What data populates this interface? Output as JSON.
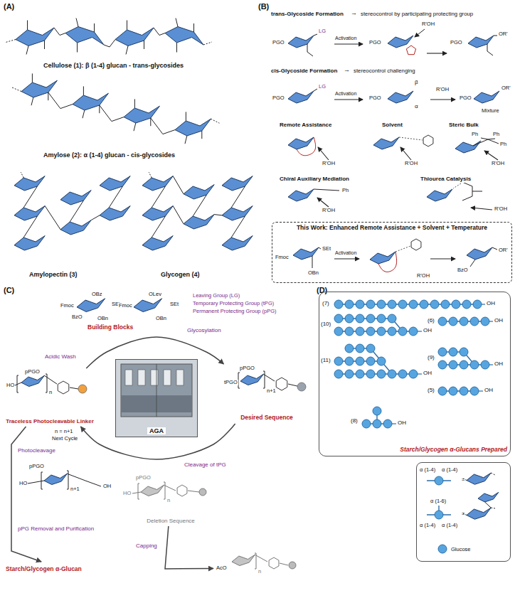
{
  "diagram": {
    "nodes": [
      {
        "text": [
          "This Work: Enhanced Remote Assistance + Solvent + Temperature"
        ]
      },
      {
        "text": [
          "Traceless Photocleavable Linker"
        ]
      },
      {
        "text": [
          "AGA"
        ]
      },
      {
        "text": [
          "Desired Sequence"
        ]
      },
      {
        "text": [
          "Starch/Glycogen α-Glucan"
        ]
      },
      {
        "text": [
          "Deletion Sequence"
        ]
      },
      {
        "text": [
          "AcO"
        ]
      },
      {
        "text": [
          "Starch/Glycogen α-Glucans Prepared"
        ]
      },
      {
        "text": [
          "α (1-4)",
          "α (1-4)",
          "=",
          "α (1-6)",
          "α (1-4)",
          "α (1-4)",
          "=",
          "Glucose"
        ]
      }
    ],
    "edges": [
      {
        "from": 1,
        "to": 3,
        "arrow": "to",
        "label": "Glycosylation"
      },
      {
        "from": 3,
        "to": 1,
        "arrow": "to",
        "label": "Cleavage of tPG"
      },
      {
        "from": 1,
        "to": 4,
        "arrow": "to",
        "label": "Photocleavage"
      },
      {
        "from": 5,
        "to": 6,
        "arrow": "to",
        "label": "Capping"
      }
    ],
    "labels": [
      "(A)",
      "(B)",
      "(C)",
      "(D)",
      "Cellulose (1): β (1-4) glucan - trans-glycosides",
      "Amylose (2): α (1-4) glucan - cis-glycosides",
      "Amylopectin (3)",
      "Glycogen (4)",
      "trans-Glycoside Formation",
      "→",
      "stereocontrol by participating protecting group",
      "PGO",
      "LG",
      "Activation",
      "PGO",
      "R'OH",
      "PGO",
      "OR'",
      "cis-Glycoside Formation",
      "→",
      "stereocontrol challenging",
      "PGO",
      "LG",
      "Activation",
      "PGO",
      "α",
      "β",
      "R'OH",
      "PGO",
      "OR'",
      "Mixture",
      "Remote Assistance",
      "Solvent",
      "Steric Bulk",
      "R'OH",
      "R'OH",
      "R'OH",
      "Ph",
      "Ph",
      "Ph",
      "Chiral Auxiliary Mediation",
      "Thiourea Catalysis",
      "Ph",
      "R'OH",
      "R'OH",
      "Fmoc",
      "SEt",
      "OBn",
      "Activation",
      "R'OH",
      "BzO",
      "OR'",
      "OBz",
      "Fmoc",
      "SEt",
      "BzO",
      "OBn",
      "OLev",
      "Fmoc",
      "SEt",
      "OBn",
      "Building Blocks",
      "Leaving Group (LG)",
      "Temporary Protecting Group (tPG)",
      "Permanent Protecting Group (pPG)",
      "Acidic Wash",
      "n = n+1",
      "Next Cycle",
      "HO",
      "pPGO",
      "n",
      "tPGO",
      "pPGO",
      "n+1",
      "pPGO",
      "n+1",
      "HO",
      "OH",
      "pPG Removal and Purification",
      "HO",
      "pPGO",
      "n",
      "n",
      "(7)",
      "OH",
      "(10)",
      "OH",
      "(6)",
      "OH",
      "(11)",
      "OH",
      "(9)",
      "OH",
      "(5)",
      "OH",
      "(8)",
      "OH"
    ]
  }
}
